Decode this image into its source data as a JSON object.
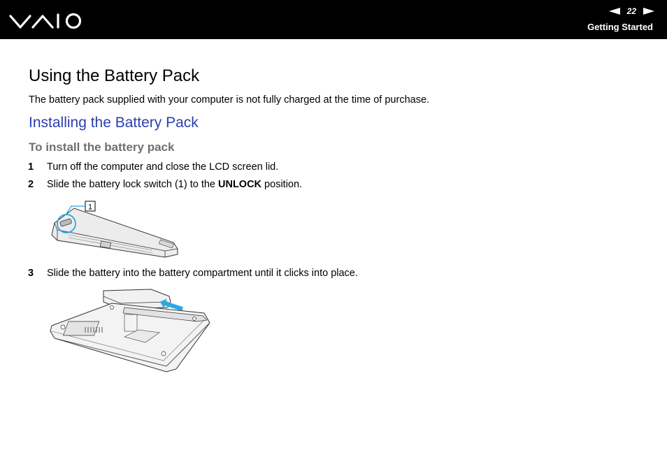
{
  "header": {
    "logo_text": "VAIO",
    "page_number": "22",
    "section": "Getting Started"
  },
  "content": {
    "title": "Using the Battery Pack",
    "intro": "The battery pack supplied with your computer is not fully charged at the time of purchase.",
    "subheading": "Installing the Battery Pack",
    "procedure_title": "To install the battery pack",
    "steps": [
      {
        "number": "1",
        "text": "Turn off the computer and close the LCD screen lid."
      },
      {
        "number": "2",
        "text_before": "Slide the battery lock switch (1) to the ",
        "text_bold": "UNLOCK",
        "text_after": " position."
      },
      {
        "number": "3",
        "text": "Slide the battery into the battery compartment until it clicks into place."
      }
    ],
    "figure1_callout": "1"
  }
}
